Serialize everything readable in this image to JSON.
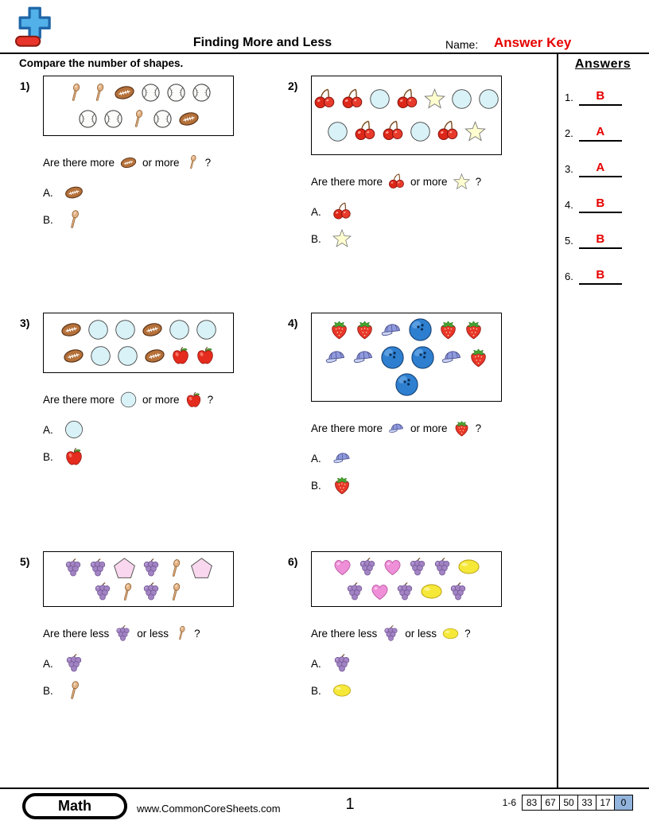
{
  "colors": {
    "accent_red": "#e60000",
    "score_highlight_blue": "#92b4dc"
  },
  "header": {
    "title": "Finding More and Less",
    "name_label": "Name:",
    "answer_key": "Answer Key",
    "instruction": "Compare the number of shapes."
  },
  "answers_panel": {
    "title": "Answers",
    "items": [
      {
        "num": "1.",
        "value": "B"
      },
      {
        "num": "2.",
        "value": "A"
      },
      {
        "num": "3.",
        "value": "A"
      },
      {
        "num": "4.",
        "value": "B"
      },
      {
        "num": "5.",
        "value": "B"
      },
      {
        "num": "6.",
        "value": "B"
      }
    ]
  },
  "problems": [
    {
      "num": "1)",
      "rows": [
        [
          "spoon",
          "spoon",
          "football",
          "baseball",
          "baseball",
          "baseball"
        ],
        [
          "baseball",
          "baseball",
          "spoon",
          "baseball",
          "football"
        ]
      ],
      "q_prefix": "Are there more",
      "q_icon1": "football",
      "q_mid": "or more",
      "q_icon2": "spoon",
      "q_suffix": "?",
      "choices": [
        {
          "label": "A.",
          "icon": "football"
        },
        {
          "label": "B.",
          "icon": "spoon"
        }
      ]
    },
    {
      "num": "2)",
      "rows": [
        [
          "cherry",
          "cherry",
          "circle",
          "cherry",
          "star",
          "circle",
          "circle"
        ],
        [
          "circle",
          "cherry",
          "cherry",
          "circle",
          "cherry",
          "star"
        ]
      ],
      "q_prefix": "Are there more",
      "q_icon1": "cherry",
      "q_mid": "or more",
      "q_icon2": "star",
      "q_suffix": "?",
      "choices": [
        {
          "label": "A.",
          "icon": "cherry"
        },
        {
          "label": "B.",
          "icon": "star"
        }
      ]
    },
    {
      "num": "3)",
      "rows": [
        [
          "football",
          "circle",
          "circle",
          "football",
          "circle",
          "circle"
        ],
        [
          "football",
          "circle",
          "circle",
          "football",
          "apple",
          "apple"
        ]
      ],
      "q_prefix": "Are there more",
      "q_icon1": "circle",
      "q_mid": "or more",
      "q_icon2": "apple",
      "q_suffix": "?",
      "choices": [
        {
          "label": "A.",
          "icon": "circle"
        },
        {
          "label": "B.",
          "icon": "apple"
        }
      ]
    },
    {
      "num": "4)",
      "rows": [
        [
          "strawberry",
          "strawberry",
          "cap",
          "bowling",
          "strawberry",
          "strawberry"
        ],
        [
          "cap",
          "cap",
          "bowling",
          "bowling",
          "cap",
          "strawberry"
        ],
        [
          "bowling"
        ]
      ],
      "q_prefix": "Are there more",
      "q_icon1": "cap",
      "q_mid": "or more",
      "q_icon2": "strawberry",
      "q_suffix": "?",
      "choices": [
        {
          "label": "A.",
          "icon": "cap"
        },
        {
          "label": "B.",
          "icon": "strawberry"
        }
      ]
    },
    {
      "num": "5)",
      "rows": [
        [
          "grapes",
          "grapes",
          "pentagon",
          "grapes",
          "spoon",
          "pentagon"
        ],
        [
          "grapes",
          "spoon",
          "grapes",
          "spoon"
        ]
      ],
      "q_prefix": "Are there less",
      "q_icon1": "grapes",
      "q_mid": "or less",
      "q_icon2": "spoon",
      "q_suffix": "?",
      "choices": [
        {
          "label": "A.",
          "icon": "grapes"
        },
        {
          "label": "B.",
          "icon": "spoon"
        }
      ]
    },
    {
      "num": "6)",
      "rows": [
        [
          "heart",
          "grapes",
          "heart",
          "grapes",
          "grapes",
          "lemon"
        ],
        [
          "grapes",
          "heart",
          "grapes",
          "lemon",
          "grapes"
        ]
      ],
      "q_prefix": "Are there less",
      "q_icon1": "grapes",
      "q_mid": "or less",
      "q_icon2": "lemon",
      "q_suffix": "?",
      "choices": [
        {
          "label": "A.",
          "icon": "grapes"
        },
        {
          "label": "B.",
          "icon": "lemon"
        }
      ]
    }
  ],
  "footer": {
    "subject": "Math",
    "website": "www.CommonCoreSheets.com",
    "page": "1",
    "score_range": "1-6",
    "scores": [
      "83",
      "67",
      "50",
      "33",
      "17",
      "0"
    ]
  }
}
